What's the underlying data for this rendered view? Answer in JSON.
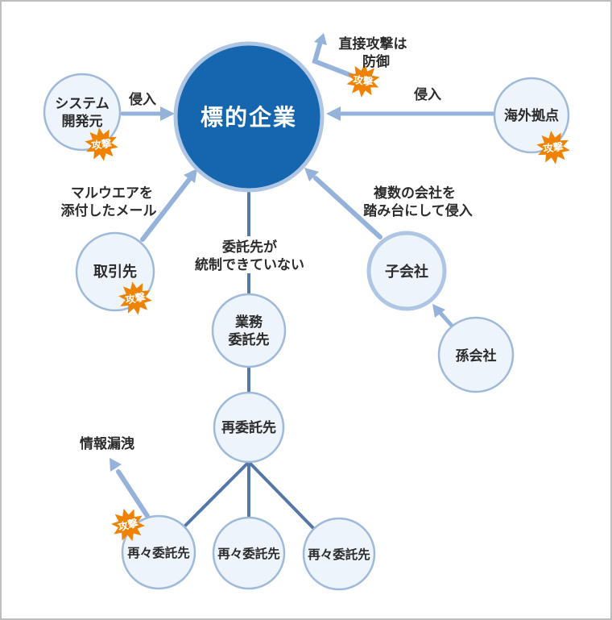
{
  "colors": {
    "center_fill": "#1566ae",
    "strong_stroke": "#aec6e4",
    "node_fill": "#edf4fb",
    "node_stroke": "#9fb9da",
    "arrow": "#94b2da",
    "connector": "#5577a8",
    "burst": "#ef8200",
    "text": "#2b2b2b"
  },
  "center": {
    "label": "標的企業"
  },
  "nodes": {
    "system_dev_line1": "システム",
    "system_dev_line2": "開発元",
    "overseas": "海外拠点",
    "partner": "取引先",
    "subsidiary": "子会社",
    "grandchild": "孫会社",
    "contractor_line1": "業務",
    "contractor_line2": "委託先",
    "subcontractor": "再委託先",
    "subsub_left": "再々委託先",
    "subsub_mid": "再々委託先",
    "subsub_right": "再々委託先"
  },
  "labels": {
    "intrusion_left": "侵入",
    "intrusion_right": "侵入",
    "direct_line1": "直接攻撃は",
    "direct_line2": "防御",
    "malware_line1": "マルウエアを",
    "malware_line2": "添付したメール",
    "stepping_line1": "複数の会社を",
    "stepping_line2": "踏み台にして侵入",
    "uncontrolled_line1": "委託先が",
    "uncontrolled_line2": "統制できていない",
    "leak": "情報漏洩",
    "attack": "攻撃"
  }
}
